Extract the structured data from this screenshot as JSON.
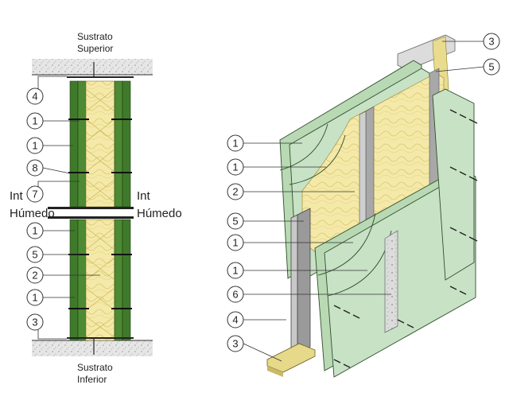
{
  "section_labels": {
    "top_substrate": [
      "Sustrato",
      "Superior"
    ],
    "bottom_substrate": [
      "Sustrato",
      "Inferior"
    ],
    "left_side": [
      "Int",
      "Húmedo"
    ],
    "right_side": [
      "Int",
      "Húmedo"
    ]
  },
  "section_callouts": [
    "4",
    "1",
    "1",
    "8",
    "7",
    "1",
    "5",
    "2",
    "1",
    "3"
  ],
  "iso_callouts": [
    "3",
    "5",
    "1",
    "1",
    "2",
    "5",
    "1",
    "1",
    "6",
    "4",
    "3"
  ],
  "colors": {
    "board_green": "#3f7a2a",
    "board_green_dark": "#2d5e1f",
    "insulation": "#f3e7a4",
    "panel_green": "#c8e2c6",
    "steel": "#9a9a9a",
    "concrete": "#cfcfcf"
  }
}
